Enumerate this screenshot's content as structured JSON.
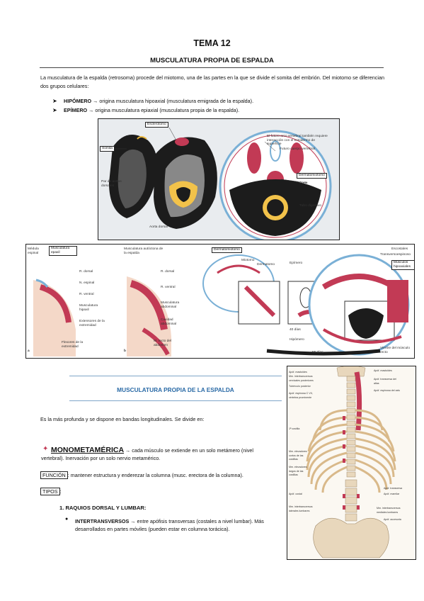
{
  "doc": {
    "title": "TEMA 12",
    "subtitle": "MUSCULATURA PROPIA DE ESPALDA",
    "intro": "La musculatura de la espalda (retrosoma) procede del miotomo, una de las partes en la que se divide el somita del embrión. Del miotomo se diferencian dos grupos celulares:",
    "bullets": [
      {
        "term": "HIPÓMERO",
        "arrow": "→",
        "text": "origina musculatura hipoaxial (musculatura emigrada de la espalda)."
      },
      {
        "term": "EPÍMERO",
        "arrow": "→",
        "text": "origina musculatura epiaxial (musculatura propia de la espalda)."
      }
    ]
  },
  "fig1": {
    "labels": {
      "esclerotomo": "Esclerotomo",
      "somita": "Somita",
      "par_aortas": "Par de aortas dorsales",
      "aorta_dorsal": "Aorta dorsal",
      "futuro_arco": "El futuro arco vertebral también requiere interacción con el ectodermo de superficie",
      "futuro_cuerpo": "Futuro cuerpo vertebral",
      "dermatomiotomo": "Dermatomiotomo",
      "aorta": "Aorta",
      "tubo_digestivo": "Tubo digestivo"
    }
  },
  "fig2": {
    "labels": {
      "medula_espinal": "Médula espinal",
      "musculatura_epaxil": "Musculatura epaxil",
      "r_dorsal": "R. dorsal",
      "n_espinal": "N. espinal",
      "r_ventral": "R. ventral",
      "musc_hipaxil": "Musculatura hipaxil",
      "extensores": "Extensores de la extremidad",
      "flexores": "Flexores de la extremidad",
      "a": "a",
      "musc_autoctona": "Musculatura autóctona de la espalda",
      "r_dorsal_b": "R. dorsal",
      "r_ventral_b": "R. ventral",
      "musc_abdominal": "Musculatura abdominal",
      "cavidad_abdominal": "Cavidad abdominal",
      "m_recto": "M. recto del abdomen",
      "b": "b",
      "dermatomiotomo": "Dermatomiotomo",
      "miotomo": "Miotomo",
      "dermatomo": "Dermatomo",
      "epimero": "Epímero",
      "hipomero": "Hipómero",
      "dias40": "40 días",
      "dias55": "55 días",
      "escostales": "Escostales",
      "transversoespinoso": "Transversoespinoso",
      "musculos_hipoaxiales": "Músculos hipoaxiales",
      "vientre_musculo_recto": "Vientre del músculo recto"
    }
  },
  "section": {
    "title": "MUSCULATURA PROPIA DE LA ESPALDA",
    "intro": "Es la más profunda y se dispone en bandas longitudinales. Se divide en:"
  },
  "mono": {
    "term": "MONOMETAMÉRICA",
    "arrow": "→",
    "desc": "cada músculo se extiende en un solo metámero (nivel vertebral). Inervación por un solo nervio metamérico.",
    "funcion_label": "FUNCIÓN",
    "funcion_text": ": mantener estructura y enderezar la columna (musc. erectora de la columna).",
    "tipos_label": "TIPOS",
    "tipos_colon": ":",
    "num_item": "1.   RAQUIOS DORSAL Y LUMBAR:",
    "sub_term": "INTERTRANSVERSOS",
    "sub_arrow": "→",
    "sub_text": "entre apófisis transversas (costales a nivel lumbar). Más desarrollados en partes móviles (pueden estar en columna torácica)."
  },
  "fig3": {
    "labels": {
      "l1": "Apóf. mastoides",
      "l2": "Mm. intertransversos cervicales posteriores",
      "l3": "Tubérculo posterior",
      "l4": "Apóf. espinosa C VII, vértebra prominente",
      "l5": "1ª costilla",
      "l6": "Mm. elevadores cortos de las costillas",
      "l7": "Mm. elevadores largos de las costillas",
      "l8": "Apóf. costal",
      "l9": "Mm. intertransversos laterales lumbares",
      "r1": "Apóf. mastoides",
      "r2": "Apóf. transversa del atlas",
      "r3": "Apóf. espinosa del axis",
      "r4": "Apóf. transversa",
      "r5": "Apóf. mamilar",
      "r6": "Mm. intertransversos mediales lumbares",
      "r7": "Apóf. accesoria"
    }
  },
  "colors": {
    "muscle": "#c23a55",
    "bone": "#f2e6d0",
    "dark": "#222222",
    "yellow": "#e9b53a",
    "blue_line": "#2a6aa6"
  }
}
